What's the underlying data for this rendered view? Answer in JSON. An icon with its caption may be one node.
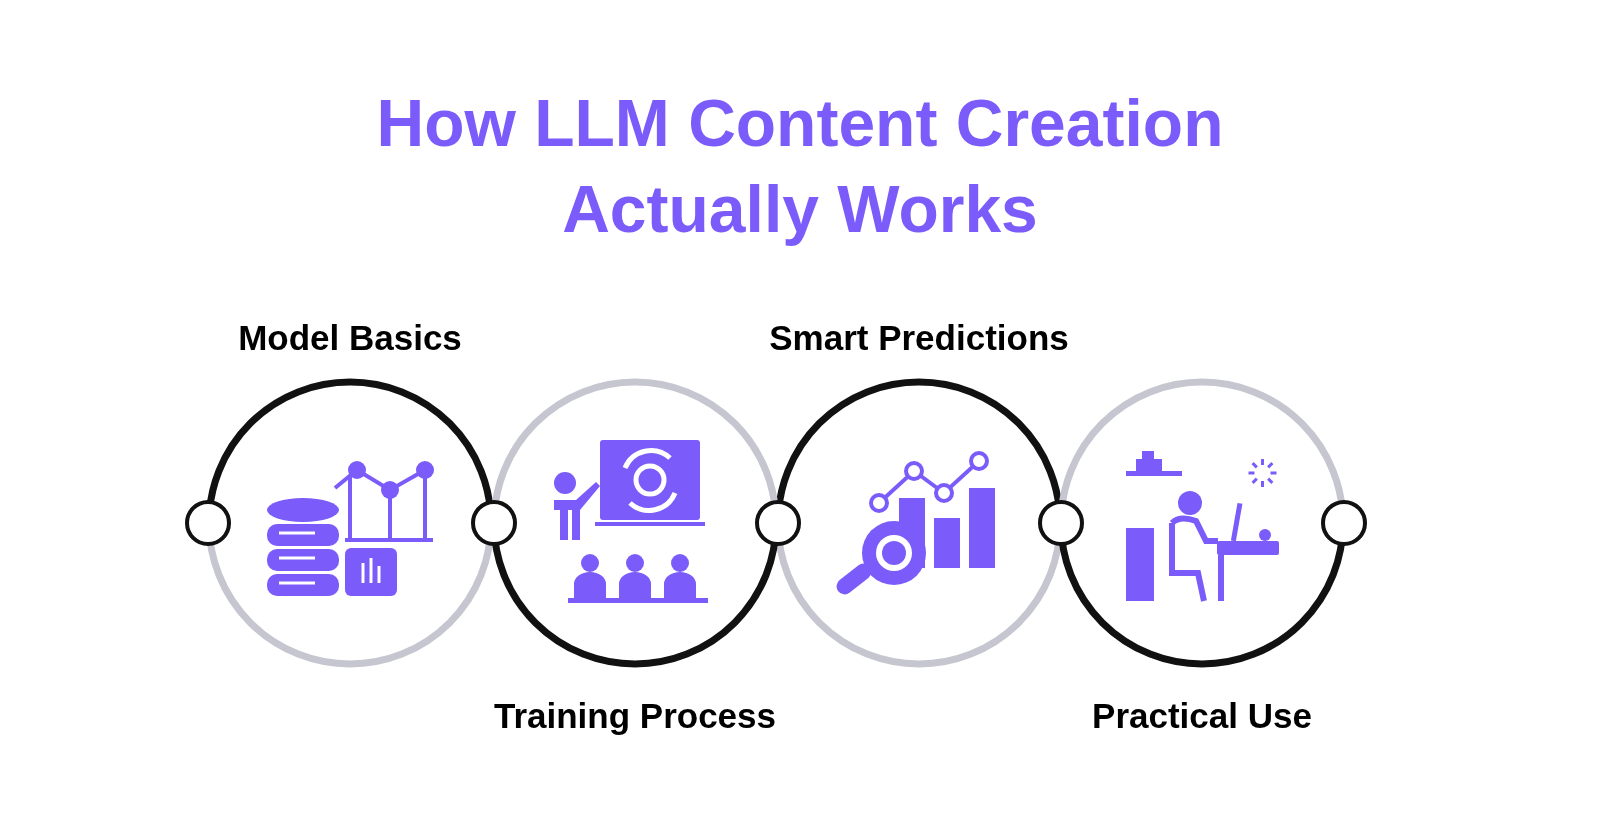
{
  "diagram": {
    "title": "How LLM Content Creation Actually Works",
    "nodes": [
      {
        "text": [
          "Model Basics"
        ]
      },
      {
        "text": [
          "Training Process"
        ]
      },
      {
        "text": [
          "Smart Predictions"
        ]
      },
      {
        "text": [
          "Practical Use"
        ]
      }
    ]
  }
}
